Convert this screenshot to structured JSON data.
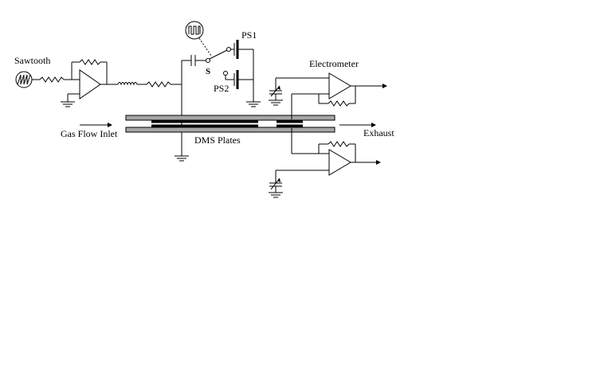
{
  "labels": {
    "sawtooth": "Sawtooth",
    "ps1": "PS1",
    "ps2": "PS2",
    "switch": "S",
    "electrometer": "Electrometer",
    "inlet": "Gas Flow Inlet",
    "exhaust": "Exhaust",
    "plates": "DMS Plates"
  },
  "icons": [
    "sawtooth-source-icon",
    "pulse-generator-icon",
    "ground-icon",
    "variable-capacitor-icon",
    "op-amp-icon"
  ]
}
